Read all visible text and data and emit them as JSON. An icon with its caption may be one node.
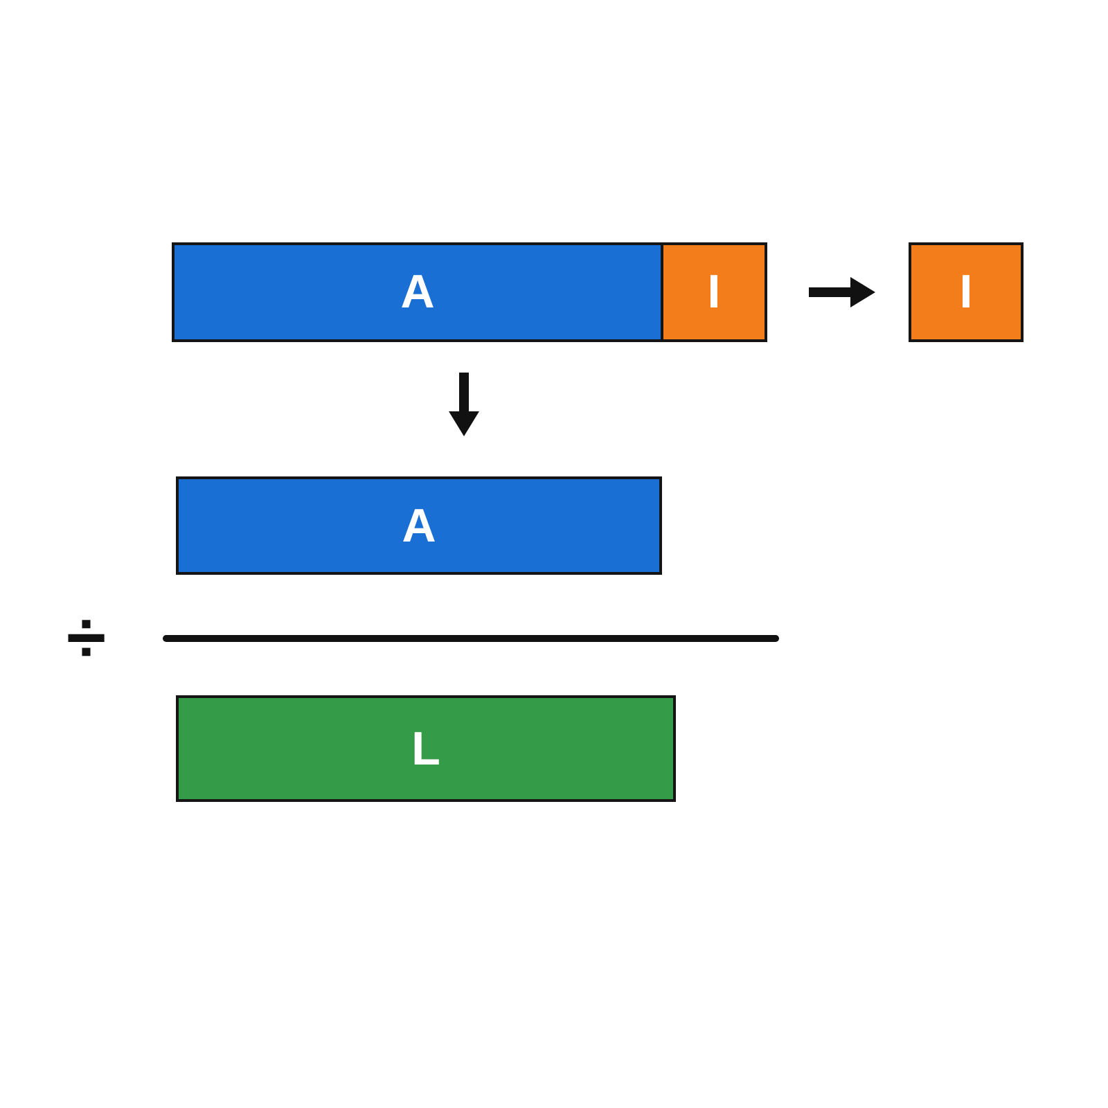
{
  "diagram": {
    "nodes": [
      {
        "text": [
          "A"
        ]
      },
      {
        "text": [
          "I"
        ]
      },
      {
        "text": [
          "I"
        ]
      },
      {
        "text": [
          "A"
        ]
      },
      {
        "text": [
          "L"
        ]
      }
    ],
    "edges": [
      {
        "from": 1,
        "to": 2,
        "arrow": "to"
      },
      {
        "from": 0,
        "to": 3,
        "arrow": "to"
      }
    ],
    "labels": [
      "÷"
    ]
  }
}
